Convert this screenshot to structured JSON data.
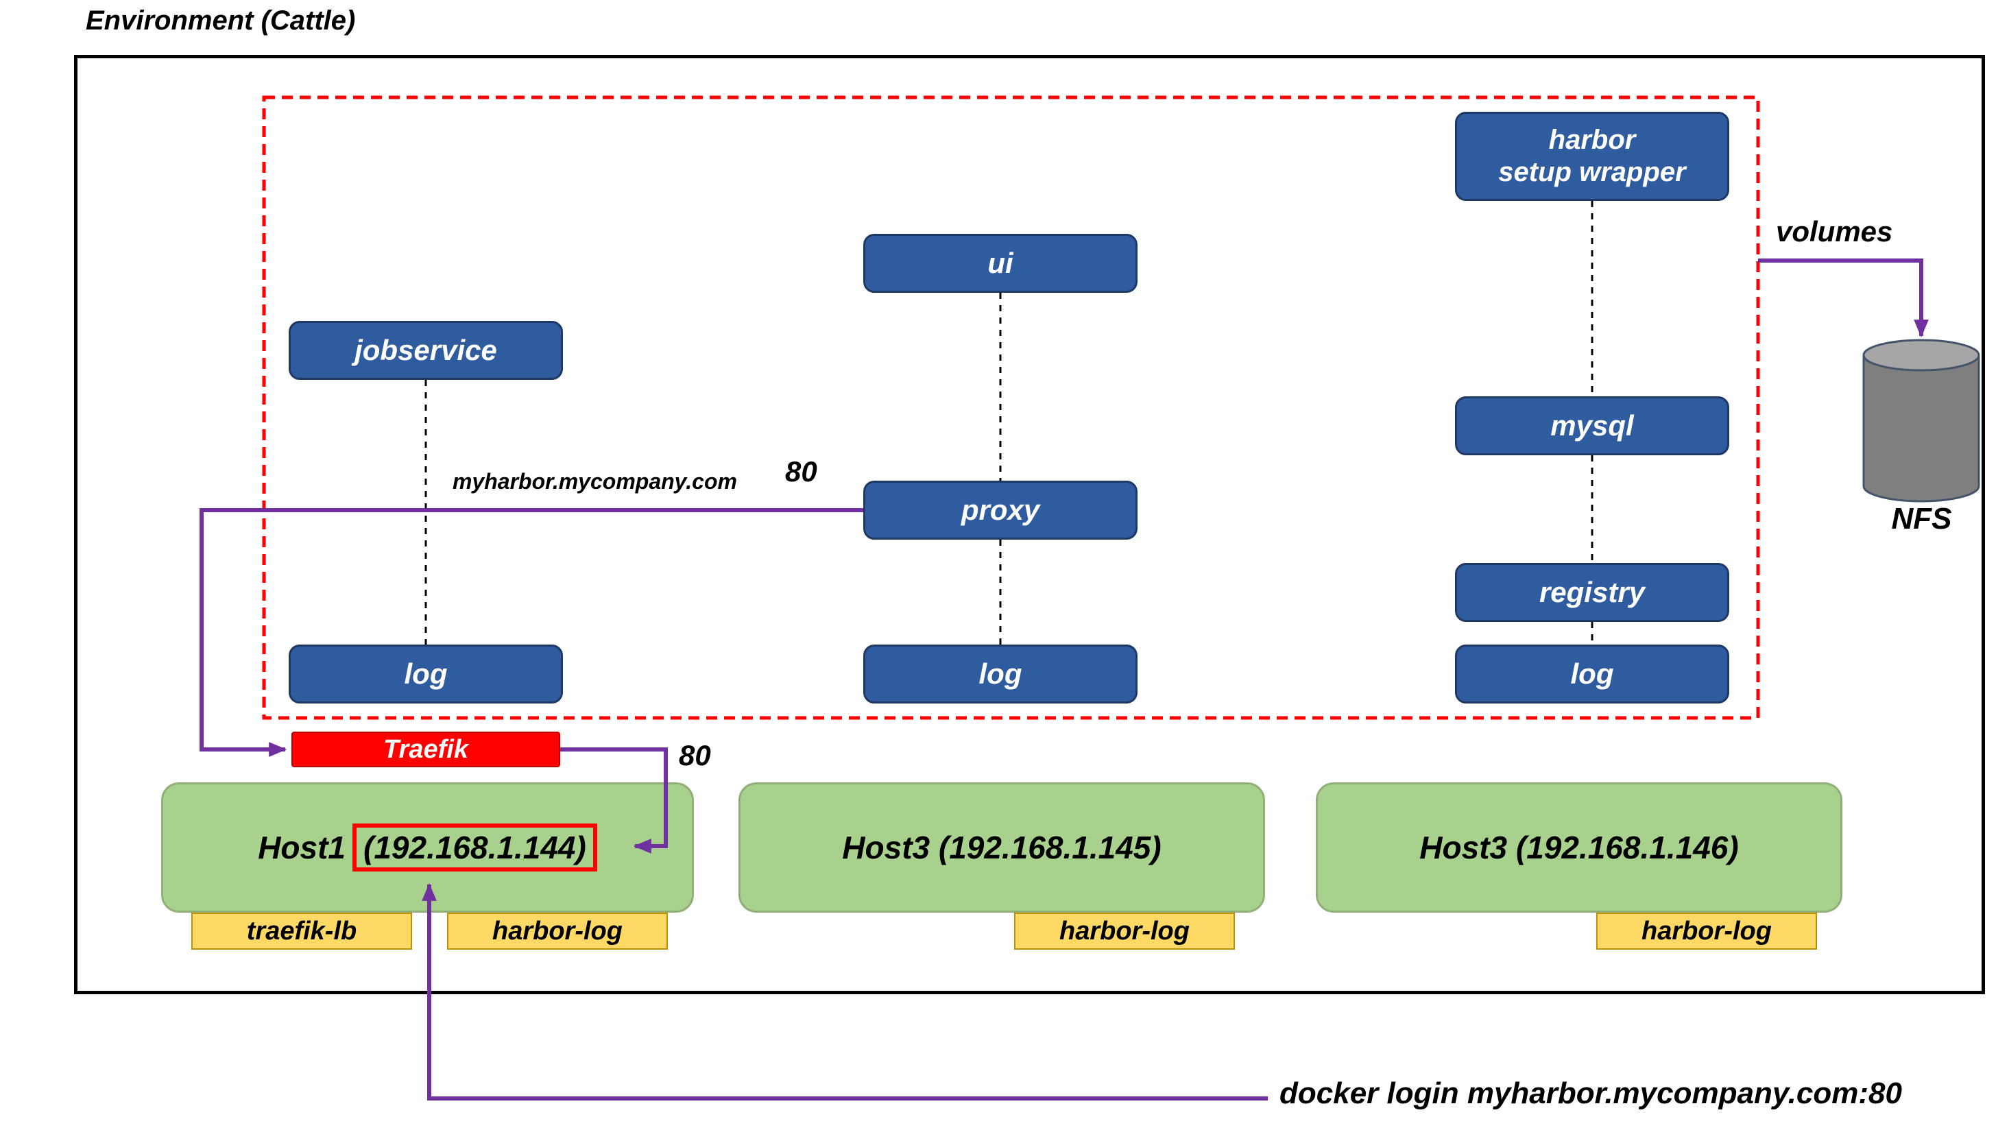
{
  "title": "Environment (Cattle)",
  "services": {
    "jobservice": "jobservice",
    "ui": "ui",
    "proxy": "proxy",
    "mysql": "mysql",
    "registry": "registry",
    "log_left": "log",
    "log_middle": "log",
    "log_right": "log",
    "harbor_setup_line1": "harbor",
    "harbor_setup_line2": "setup wrapper"
  },
  "traefik_label": "Traefik",
  "nfs_label": "NFS",
  "hosts": [
    {
      "name": "Host1",
      "ip": "(192.168.1.144)",
      "tags": [
        "traefik-lb",
        "harbor-log"
      ]
    },
    {
      "name": "Host3 (192.168.1.145)",
      "tags": [
        "harbor-log"
      ]
    },
    {
      "name": "Host3 (192.168.1.146)",
      "tags": [
        "harbor-log"
      ]
    }
  ],
  "annotations": {
    "domain": "myharbor.mycompany.com",
    "proxy_port": "80",
    "traefik_port": "80",
    "volumes": "volumes",
    "docker_login": "docker login myharbor.mycompany.com:80"
  },
  "colors": {
    "service_blue": "#2E5C9E",
    "traefik_red": "#FF0000",
    "host_green": "#A9D18E",
    "tag_yellow": "#FFD966",
    "flow_purple": "#7030A0",
    "stack_border_red": "#FF0000",
    "nfs_gray": "#7F7F7F"
  }
}
